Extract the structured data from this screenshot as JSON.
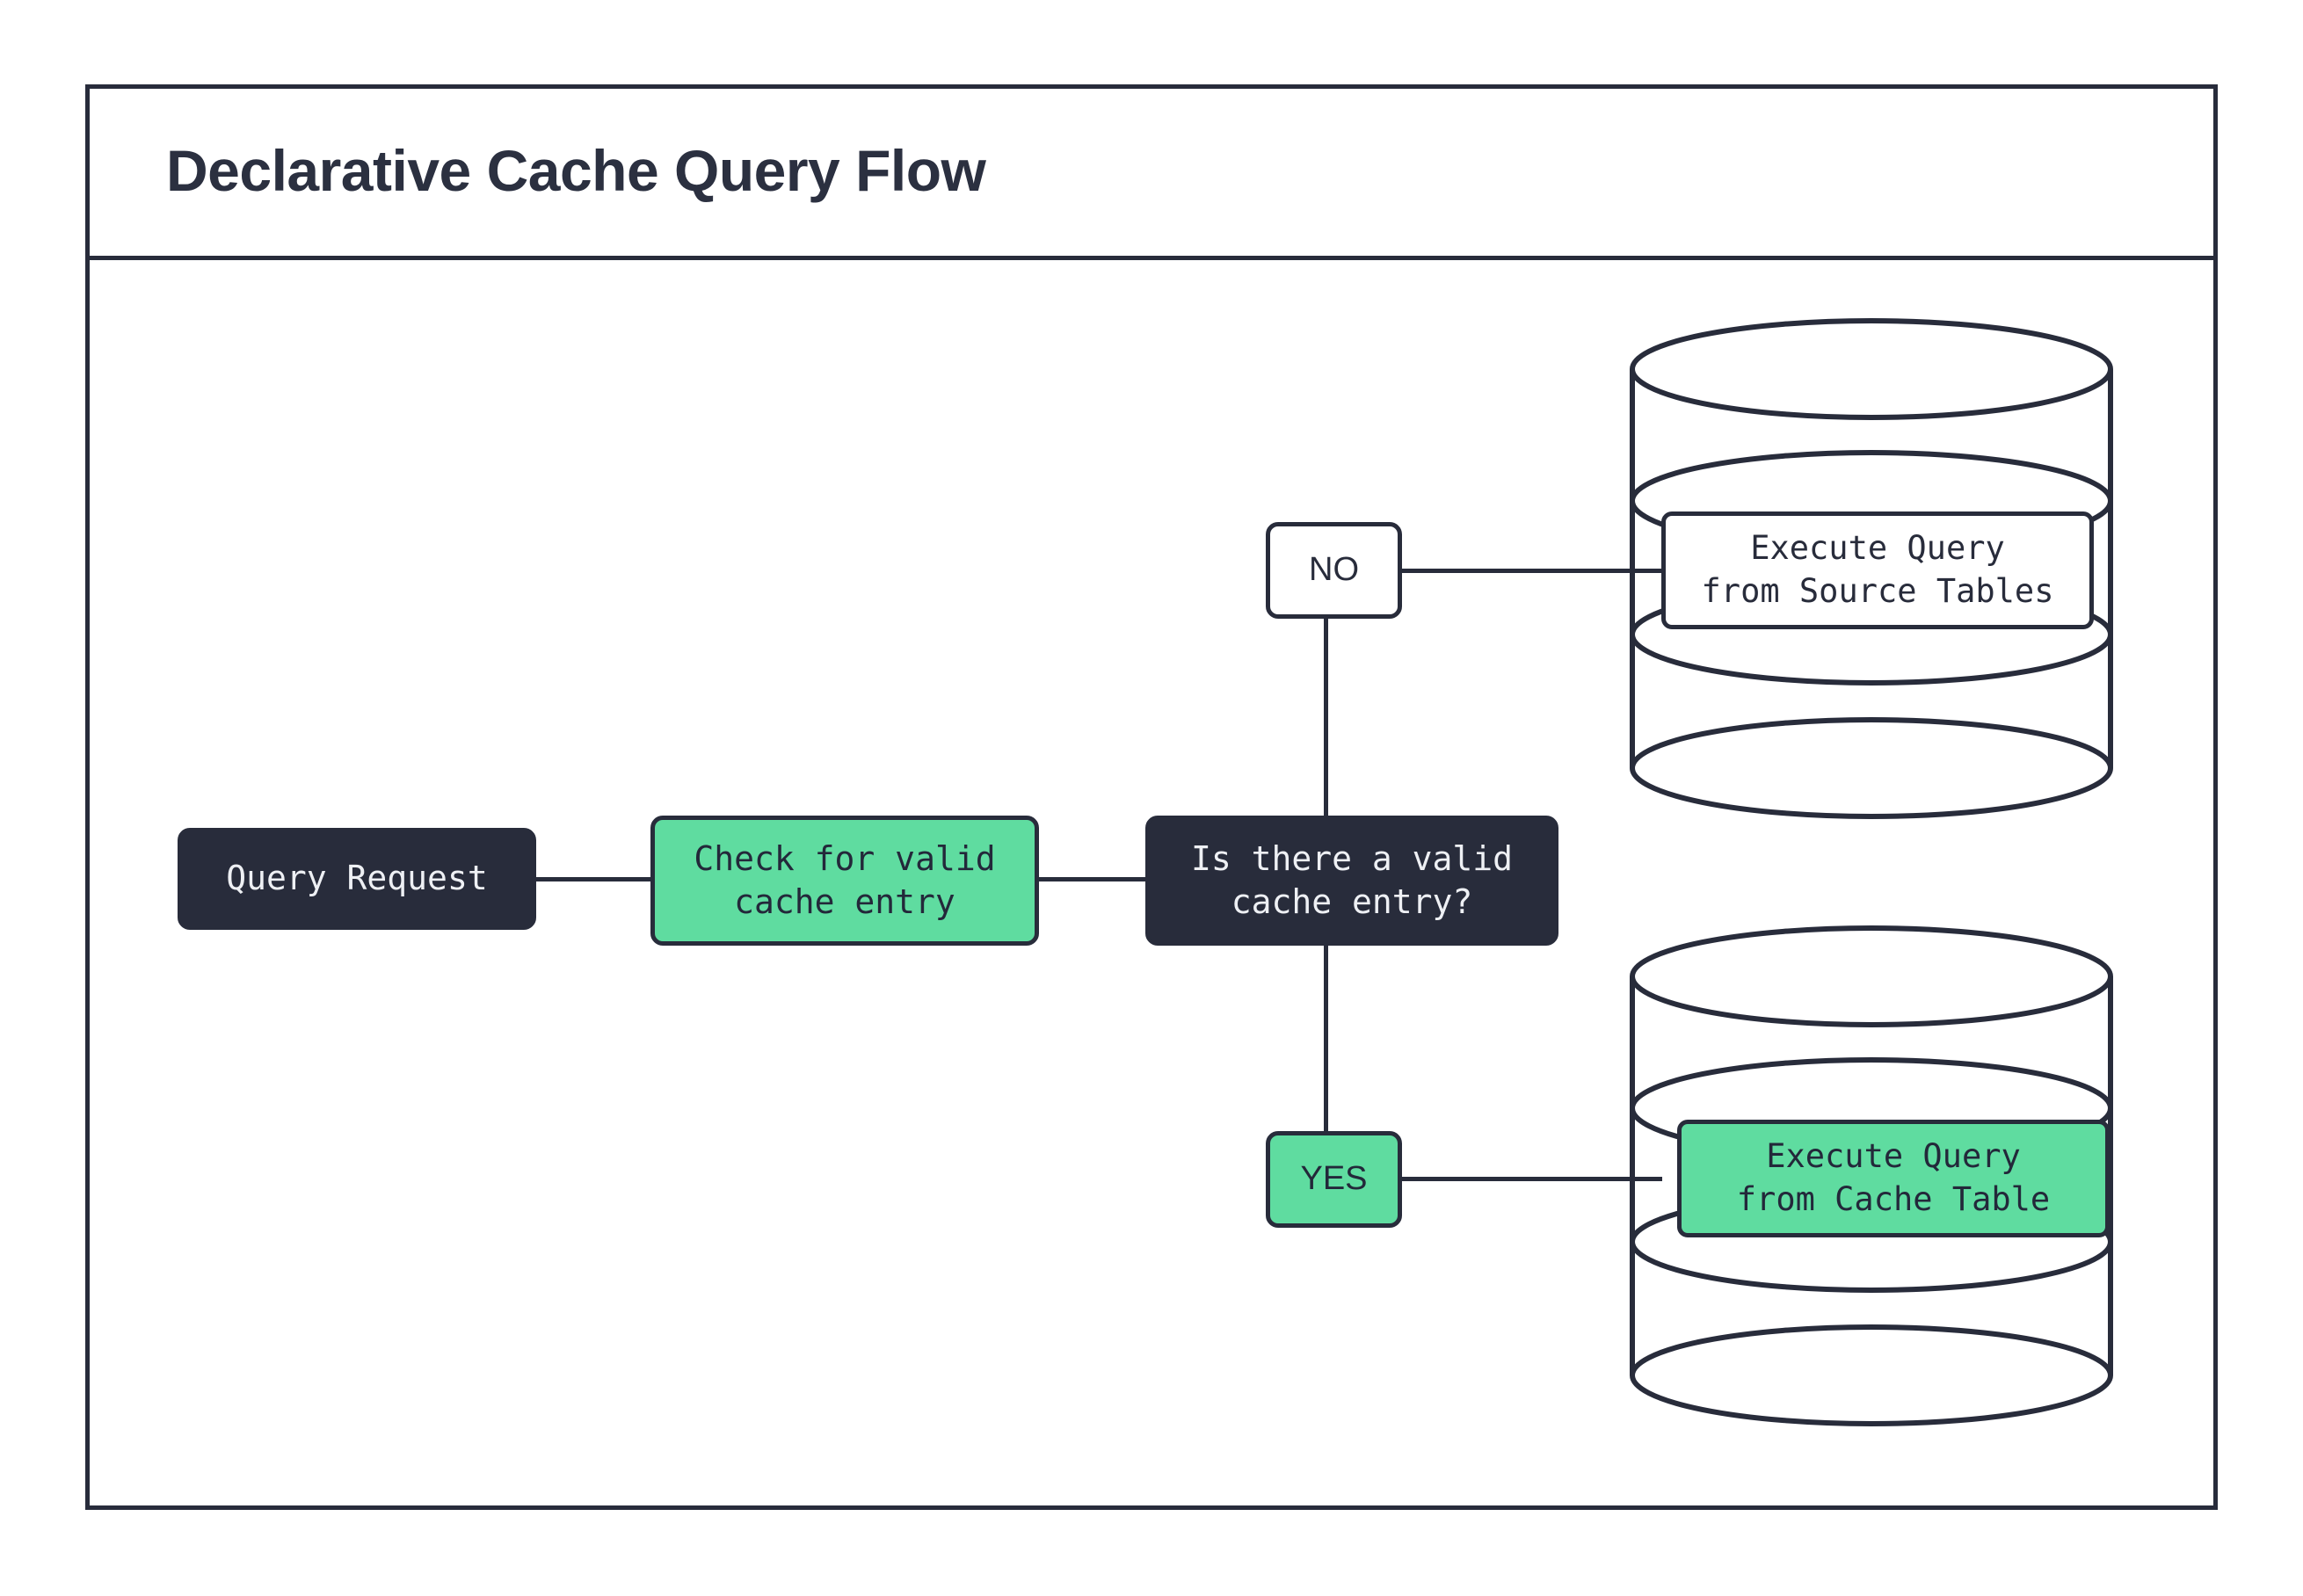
{
  "diagram": {
    "title": "Declarative Cache Query Flow",
    "accent_green": "#5fdca0",
    "ink_dark": "#282c3b",
    "paper": "#ffffff",
    "nodes": {
      "query_request": "Query Request",
      "check_cache": "Check for valid\ncache entry",
      "decision": "Is there a valid\ncache entry?",
      "label_no": "NO",
      "label_yes": "YES",
      "source_db": "Execute Query\nfrom Source Tables",
      "cache_db": "Execute Query\nfrom Cache Table"
    },
    "icons": {
      "source_cylinder": "database-cylinder-icon",
      "cache_cylinder": "database-cylinder-icon"
    }
  }
}
